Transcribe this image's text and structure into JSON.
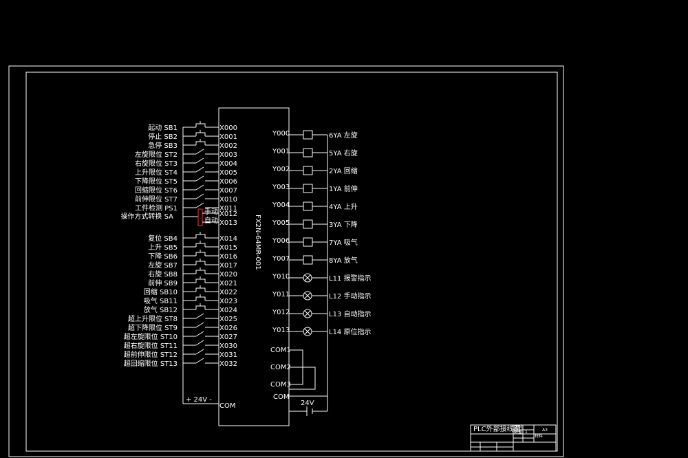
{
  "plc": {
    "model": "FX2N-64MR-001"
  },
  "inputs": [
    {
      "label": "起动",
      "code": "SB1",
      "terminal": "X000",
      "type": "button"
    },
    {
      "label": "停止",
      "code": "SB2",
      "terminal": "X001",
      "type": "button"
    },
    {
      "label": "急停",
      "code": "SB3",
      "terminal": "X002",
      "type": "button"
    },
    {
      "label": "左旋限位",
      "code": "ST2",
      "terminal": "X003",
      "type": "limit"
    },
    {
      "label": "右旋限位",
      "code": "ST3",
      "terminal": "X004",
      "type": "limit"
    },
    {
      "label": "上升限位",
      "code": "ST4",
      "terminal": "X005",
      "type": "limit"
    },
    {
      "label": "下降限位",
      "code": "ST5",
      "terminal": "X006",
      "type": "limit"
    },
    {
      "label": "回缩限位",
      "code": "ST6",
      "terminal": "X007",
      "type": "limit"
    },
    {
      "label": "前伸限位",
      "code": "ST7",
      "terminal": "X010",
      "type": "limit"
    },
    {
      "label": "工件检测",
      "code": "PS1",
      "terminal": "X011",
      "type": "limit"
    },
    {
      "label": "复位",
      "code": "SB4",
      "terminal": "X014",
      "type": "button"
    },
    {
      "label": "上升",
      "code": "SB5",
      "terminal": "X015",
      "type": "button"
    },
    {
      "label": "下降",
      "code": "SB6",
      "terminal": "X016",
      "type": "button"
    },
    {
      "label": "左旋",
      "code": "SB7",
      "terminal": "X017",
      "type": "button"
    },
    {
      "label": "右旋",
      "code": "SB8",
      "terminal": "X020",
      "type": "button"
    },
    {
      "label": "前伸",
      "code": "SB9",
      "terminal": "X021",
      "type": "button"
    },
    {
      "label": "回缩",
      "code": "SB10",
      "terminal": "X022",
      "type": "button"
    },
    {
      "label": "吸气",
      "code": "SB11",
      "terminal": "X023",
      "type": "button"
    },
    {
      "label": "放气",
      "code": "SB12",
      "terminal": "X024",
      "type": "button"
    },
    {
      "label": "超上升限位",
      "code": "ST8",
      "terminal": "X025",
      "type": "limit"
    },
    {
      "label": "超下降限位",
      "code": "ST9",
      "terminal": "X026",
      "type": "limit"
    },
    {
      "label": "超左旋限位",
      "code": "ST10",
      "terminal": "X027",
      "type": "limit"
    },
    {
      "label": "超右旋限位",
      "code": "ST11",
      "terminal": "X030",
      "type": "limit"
    },
    {
      "label": "超前伸限位",
      "code": "ST12",
      "terminal": "X031",
      "type": "limit"
    },
    {
      "label": "超回缩限位",
      "code": "ST13",
      "terminal": "X032",
      "type": "limit"
    }
  ],
  "mode_switch": {
    "label": "操作方式转换",
    "code": "SA",
    "manual_label": "手动",
    "auto_label": "自动",
    "terminals": [
      "X012",
      "X013"
    ]
  },
  "outputs": [
    {
      "terminal": "Y000",
      "device": "6YA",
      "label": "左旋",
      "type": "coil"
    },
    {
      "terminal": "Y001",
      "device": "5YA",
      "label": "右旋",
      "type": "coil"
    },
    {
      "terminal": "Y002",
      "device": "2YA",
      "label": "回缩",
      "type": "coil"
    },
    {
      "terminal": "Y003",
      "device": "1YA",
      "label": "前伸",
      "type": "coil"
    },
    {
      "terminal": "Y004",
      "device": "4YA",
      "label": "上升",
      "type": "coil"
    },
    {
      "terminal": "Y005",
      "device": "3YA",
      "label": "下降",
      "type": "coil"
    },
    {
      "terminal": "Y006",
      "device": "7YA",
      "label": "吸气",
      "type": "coil"
    },
    {
      "terminal": "Y007",
      "device": "8YA",
      "label": "放气",
      "type": "coil"
    },
    {
      "terminal": "Y010",
      "device": "L11",
      "label": "报警指示",
      "type": "lamp"
    },
    {
      "terminal": "Y011",
      "device": "L12",
      "label": "手动指示",
      "type": "lamp"
    },
    {
      "terminal": "Y012",
      "device": "L13",
      "label": "自动指示",
      "type": "lamp"
    },
    {
      "terminal": "Y013",
      "device": "L14",
      "label": "原位指示",
      "type": "lamp"
    }
  ],
  "commons": {
    "com1": "COM1",
    "com2": "COM2",
    "com3": "COM3",
    "com_out": "COM",
    "com_in": "COM",
    "supply_out": "24V",
    "supply_in": "+ 24V -"
  },
  "title_block": {
    "drawing_title": "PLC外部接线图",
    "size": "A3",
    "cell_ratio": "比例",
    "cell_qty": "数量",
    "cell_qty_val": "1",
    "cell_material": "材料"
  },
  "colors": {
    "line": "#ffffff",
    "background": "#000000",
    "accent": "#ff3333"
  }
}
